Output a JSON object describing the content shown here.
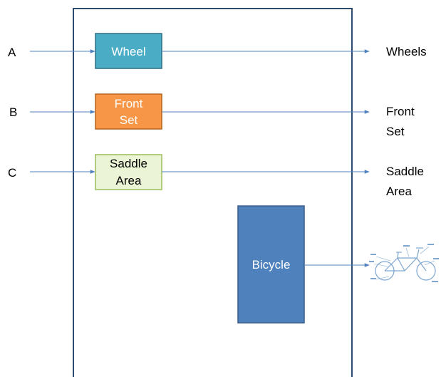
{
  "inputs": {
    "a": "A",
    "b": "B",
    "c": "C"
  },
  "components": {
    "wheel": "Wheel",
    "front_set": [
      "Front",
      "Set"
    ],
    "saddle_area": [
      "Saddle",
      "Area"
    ],
    "bicycle": "Bicycle"
  },
  "outputs": {
    "wheels": "Wheels",
    "front_set": [
      "Front",
      "Set"
    ],
    "saddle_area": [
      "Saddle",
      "Area"
    ]
  },
  "colors": {
    "frame_border": "#2e4a6e",
    "arrow": "#4f81bd",
    "wheel_fill": "#4bacc6",
    "wheel_border": "#2c6f82",
    "front_fill": "#f79646",
    "front_border": "#b5651d",
    "saddle_fill": "#ebf5d6",
    "saddle_border": "#9bbb59",
    "bicycle_fill": "#4f81bd",
    "bicycle_border": "#385d8a",
    "bike_sketch": "#7ea6cf"
  },
  "icons": {
    "bicycle_image": "bicycle-diagram-icon"
  }
}
